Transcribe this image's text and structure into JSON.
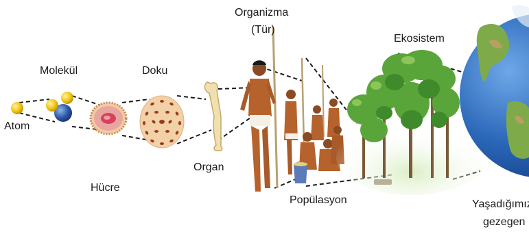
{
  "labels": {
    "atom": "Atom",
    "molecule": "Molekül",
    "cell": "Hücre",
    "tissue": "Doku",
    "organ": "Organ",
    "organism_line1": "Organizma",
    "organism_line2": "(Tür)",
    "population": "Popülasyon",
    "ecosystem": "Ekosistem",
    "planet_line1": "Yaşadığımız",
    "planet_line2": "gezegen"
  },
  "colors": {
    "atom": "#f2c40f",
    "molecule_core": "#2f5aa8",
    "cell_fill": "#e8a6a0",
    "cell_nucleus": "#d9405a",
    "tissue_fill": "#f2d0a8",
    "tissue_spots": "#9a3b1a",
    "organ": "#f0e0b0",
    "skin": "#b5622c",
    "foliage": "#5aa53a",
    "trunk": "#7a5a3a",
    "ocean": "#2a66b8",
    "land": "#7faa4a",
    "dashes": "#1a1a1a"
  }
}
